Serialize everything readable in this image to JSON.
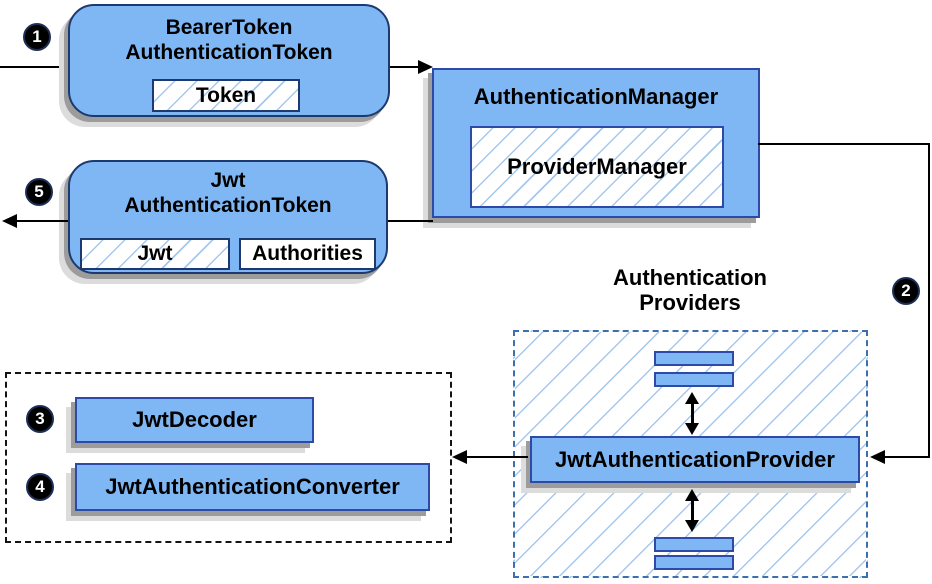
{
  "steps": {
    "step1": "1",
    "step2": "2",
    "step3": "3",
    "step4": "4",
    "step5": "5"
  },
  "nodes": {
    "bearer_token": {
      "line1": "BearerToken",
      "line2": "AuthenticationToken",
      "chip": "Token"
    },
    "authentication_manager": {
      "title": "AuthenticationManager",
      "chip": "ProviderManager"
    },
    "jwt_authentication_token": {
      "line1": "Jwt",
      "line2": "AuthenticationToken",
      "chip_jwt": "Jwt",
      "chip_authorities": "Authorities"
    },
    "authentication_providers": {
      "line1": "Authentication",
      "line2": "Providers"
    },
    "jwt_authentication_provider": {
      "label": "JwtAuthenticationProvider"
    },
    "jwt_decoder": {
      "label": "JwtDecoder"
    },
    "jwt_authentication_converter": {
      "label": "JwtAuthenticationConverter"
    }
  },
  "colors": {
    "box_fill": "#7eb7f3",
    "box_border": "#1c3a70",
    "rect_border": "#2d4aa8",
    "hatch_line": "#a5c8ee",
    "dash_blue": "#3d6fad",
    "dash_black": "#141414",
    "shadow_dark": "#9c9c9c",
    "shadow_light": "#dcdcdc",
    "line_color": "#000000"
  }
}
